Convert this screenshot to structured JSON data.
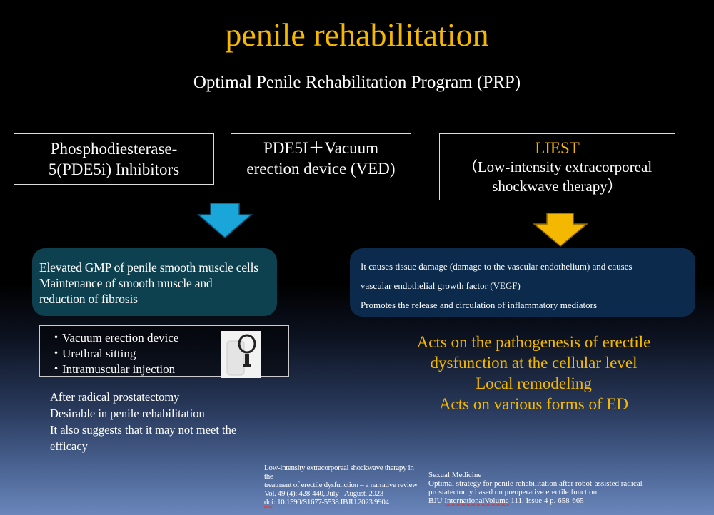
{
  "title": "penile rehabilitation",
  "subtitle": "Optimal Penile Rehabilitation Program (PRP)",
  "boxes": {
    "pde5i": [
      "Phosphodiesterase-",
      "5(PDE5i) Inhibitors"
    ],
    "ved": [
      "PDE5I＋Vacuum",
      "erection device (VED)"
    ],
    "liest": {
      "name": "LIEST",
      "lines": [
        "（Low-intensity extracorporeal",
        "shockwave therapy）"
      ]
    }
  },
  "left_panel": [
    "Elevated GMP of penile smooth muscle cells",
    "Maintenance of smooth muscle and",
    "reduction of fibrosis"
  ],
  "left_list": [
    "・Vacuum erection device",
    "・Urethral sitting",
    "・Intramuscular injection"
  ],
  "left_notes": [
    "After radical prostatectomy",
    "Desirable in penile rehabilitation",
    "It also suggests that it may not meet the",
    "efficacy"
  ],
  "right_panel": [
    "It causes tissue damage (damage to the vascular endothelium) and causes",
    "vascular endothelial growth factor (VEGF)",
    "Promotes the release and circulation of inflammatory mediators"
  ],
  "right_acts": [
    "Acts on the pathogenesis of erectile",
    "dysfunction at the cellular level",
    "Local remodeling",
    "Acts on various forms of ED"
  ],
  "references": {
    "left": [
      "Low-intensity extracorporeal shockwave therapy in the",
      "treatment of erectile dysfunction – a narrative review",
      "Vol. 49 (4): 428-440, July - August, 2023",
      "doi",
      ": 10.1590/S1677-5538.IBJU.2023.9904"
    ],
    "right": [
      "Sexual Medicine",
      "Optimal strategy for penile rehabilitation after robot-assisted radical",
      "prostatectomy based on preoperative erectile function",
      "BJU ",
      "InternationalVolume",
      " 111, Issue 4 p. 658-665"
    ]
  },
  "colors": {
    "accent": "#f5b800",
    "arrow_left": "#1aa6d8",
    "arrow_right": "#f5b800",
    "teal": "#0e4150",
    "navy": "#0b2a4c"
  },
  "icons": {
    "left_arrow": "arrow-down",
    "right_arrow": "arrow-down"
  }
}
